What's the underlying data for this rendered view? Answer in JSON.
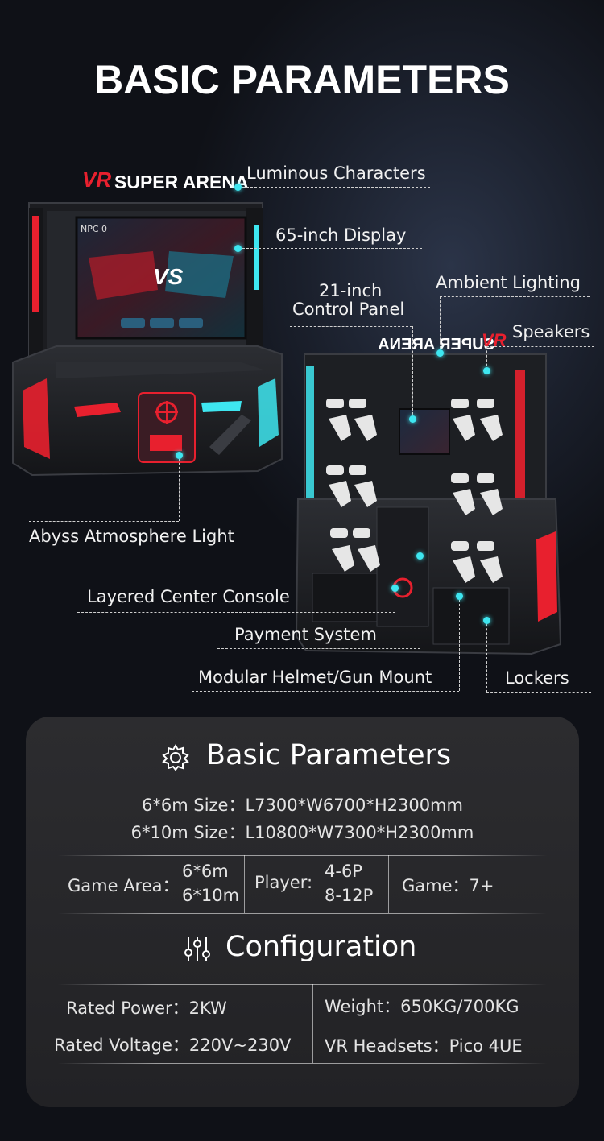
{
  "header": {
    "title": "BASIC PARAMETERS"
  },
  "machine_sign": {
    "brand_prefix": "VR",
    "brand_name": "SUPER ARENA",
    "screen_tag": "NPC 0",
    "screen_vs": "VS"
  },
  "callouts": {
    "luminous": "Luminous Characters",
    "display": "65-inch Display",
    "control_panel_line1": "21-inch",
    "control_panel_line2": "Control Panel",
    "ambient": "Ambient Lighting",
    "speakers": "Speakers",
    "abyss": "Abyss Atmosphere Light",
    "console": "Layered Center Console",
    "payment": "Payment System",
    "mount": "Modular Helmet/Gun Mount",
    "lockers": "Lockers"
  },
  "card": {
    "basic_title": "Basic Parameters",
    "sizes": [
      "6*6m Size：L7300*W6700*H2300mm",
      "6*10m Size：L10800*W7300*H2300mm"
    ],
    "game_area_label": "Game Area：",
    "game_area_values": [
      "6*6m",
      "6*10m"
    ],
    "player_label": "Player:",
    "player_values": [
      "4-6P",
      "8-12P"
    ],
    "game_count": "Game：7+",
    "config_title": "Configuration",
    "rated_power": "Rated Power：2KW",
    "weight": "Weight：650KG/700KG",
    "rated_voltage": "Rated Voltage：220V~230V",
    "vr_headsets": "VR Headsets：Pico 4UE"
  },
  "colors": {
    "accent_cyan": "#3ee6f0",
    "accent_red": "#e8202e",
    "card_bg": "#27272a"
  }
}
